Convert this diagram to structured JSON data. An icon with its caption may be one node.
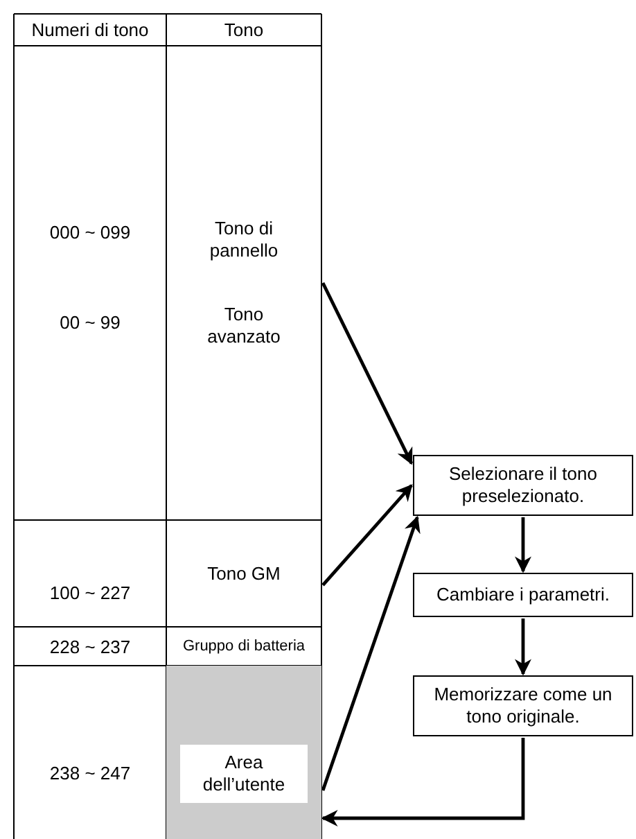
{
  "diagram": {
    "nodes": [
      {
        "text": [
          "Tono di pannello",
          "Tono avanzato"
        ]
      },
      {
        "text": [
          "Tono GM"
        ]
      },
      {
        "text": [
          "Area dell’utente"
        ]
      },
      {
        "text": [
          "Selezionare il tono preselezionato."
        ]
      },
      {
        "text": [
          "Cambiare i parametri."
        ]
      },
      {
        "text": [
          "Memorizzare come un tono originale."
        ]
      }
    ],
    "edges": [
      {
        "from": 0,
        "to": 3,
        "arrow": "to"
      },
      {
        "from": 1,
        "to": 3,
        "arrow": "to"
      },
      {
        "from": 2,
        "to": 3,
        "arrow": "to"
      },
      {
        "from": 3,
        "to": 4,
        "arrow": "to"
      },
      {
        "from": 4,
        "to": 5,
        "arrow": "to"
      },
      {
        "from": 5,
        "to": 2,
        "arrow": "to"
      }
    ],
    "labels": [
      "Numeri di tono",
      "Tono",
      "000 ~ 099",
      "00 ~ 99",
      "100 ~ 227",
      "228 ~ 237",
      "Gruppo di batteria",
      "238 ~ 247"
    ]
  }
}
